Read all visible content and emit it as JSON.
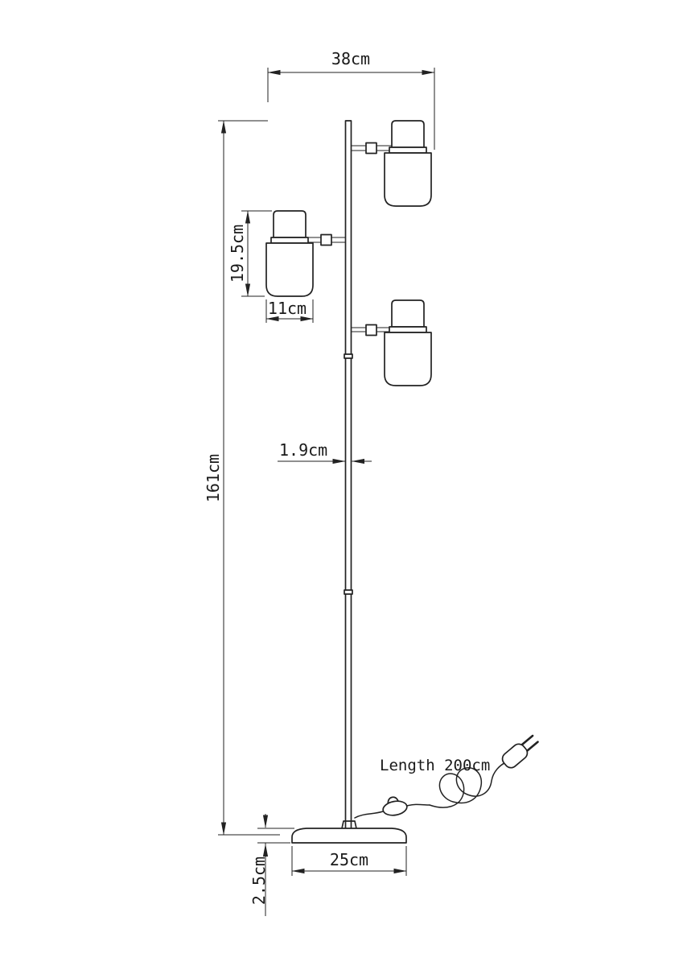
{
  "colors": {
    "line": "#222222",
    "background": "#ffffff"
  },
  "dimensions": {
    "arm_span": "38cm",
    "shade_height": "19.5cm",
    "shade_width": "11cm",
    "pole_diameter": "1.9cm",
    "total_height": "161cm",
    "base_height": "2.5cm",
    "base_diameter": "25cm",
    "cord_length": "Length 200cm"
  }
}
